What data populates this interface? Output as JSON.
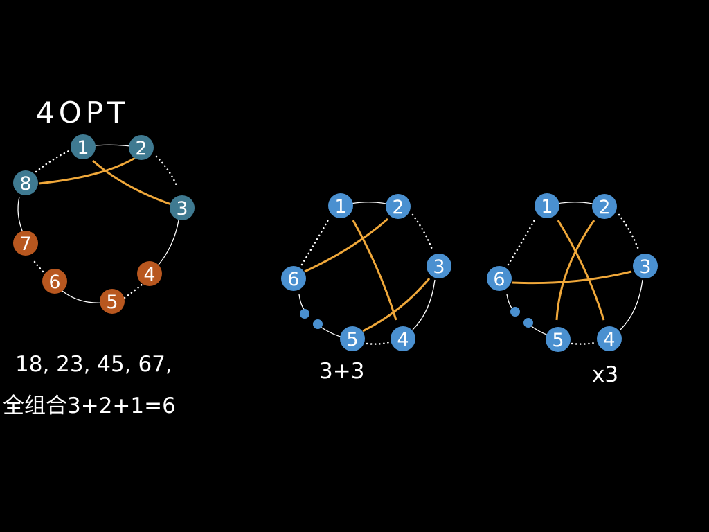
{
  "title": "4OPT",
  "colors": {
    "background": "#000000",
    "node_teal": "#3f7a91",
    "node_orange": "#b8571f",
    "node_blue": "#4a90d0",
    "edge_new": "#f0a83a",
    "edge_old": "#ffffff"
  },
  "left_diagram": {
    "nodes": [
      {
        "label": "1",
        "color": "teal"
      },
      {
        "label": "2",
        "color": "teal"
      },
      {
        "label": "3",
        "color": "teal"
      },
      {
        "label": "8",
        "color": "teal"
      },
      {
        "label": "7",
        "color": "orange"
      },
      {
        "label": "6",
        "color": "orange"
      },
      {
        "label": "5",
        "color": "orange"
      },
      {
        "label": "4",
        "color": "orange"
      }
    ],
    "text_line1": "18, 23, 45, 67,",
    "text_line2": "全组合3+2+1=6"
  },
  "middle_diagram": {
    "nodes": [
      "1",
      "2",
      "3",
      "4",
      "5",
      "6"
    ],
    "caption": "3+3"
  },
  "right_diagram": {
    "nodes": [
      "1",
      "2",
      "3",
      "4",
      "5",
      "6"
    ],
    "caption": "x3"
  }
}
